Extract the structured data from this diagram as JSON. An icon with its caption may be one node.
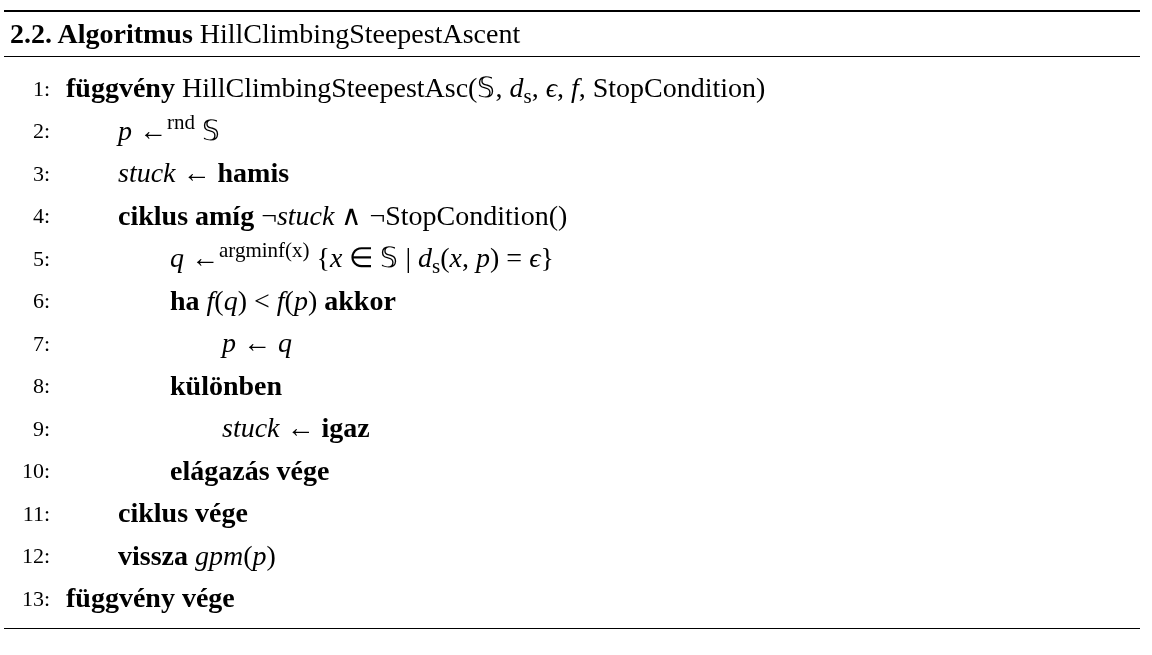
{
  "diagram": {
    "title": "**2.2. Algoritmus** HillClimbingSteepestAscent",
    "labels": [
      "1:",
      "**függvény** HillClimbingSteepestAsc(𝕊, *d*$_{s}$, *ϵ*, *f*, StopCondition)",
      "2:",
      "*p* ←$^{rnd}$ 𝕊",
      "3:",
      "*stuck* ← **hamis**",
      "4:",
      "**ciklus amíg** ¬*stuck* ∧ ¬StopCondition()",
      "5:",
      "*q* ←$^{argminf(x)}$ {*x* ∈ 𝕊 | *d*$_{s}$(*x*, *p*) = *ϵ*}",
      "6:",
      "**ha** *f*(*q*) < *f*(*p*) **akkor**",
      "7:",
      "*p* ← *q*",
      "8:",
      "**különben**",
      "9:",
      "*stuck* ← **igaz**",
      "10:",
      "**elágazás vége**",
      "11:",
      "**ciklus vége**",
      "12:",
      "**vissza** *gpm*(*p*)",
      "13:",
      "**függvény vége**"
    ]
  }
}
